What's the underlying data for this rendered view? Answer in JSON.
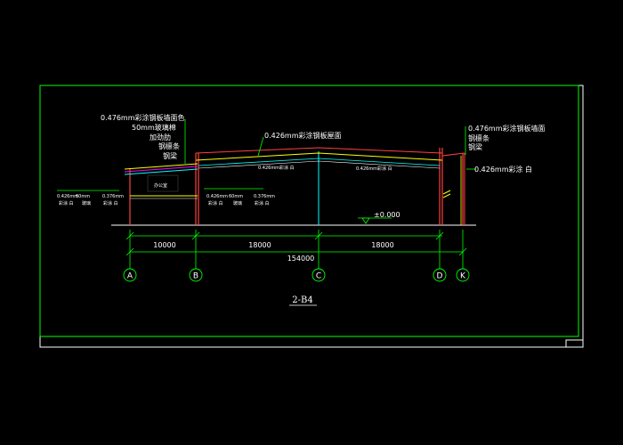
{
  "drawing": {
    "title": "2-B4",
    "elevation": "±0.000",
    "overall_dimension": "154000",
    "bay_dimensions": [
      "10000",
      "18000",
      "18000"
    ],
    "axes": [
      "A",
      "B",
      "C",
      "D",
      "K"
    ],
    "left_callout": [
      "0.476mm彩涂钢板墙面色",
      "50mm玻璃棉",
      "加劲肋",
      "钢檩条",
      "钢梁"
    ],
    "right_callout": [
      "0.476mm彩涂钢板墙面",
      "钢檩条",
      "钢梁"
    ],
    "roof_callout": "0.426mm彩涂钢板屋面",
    "right_wall_label": "0.426mm彩涂 白",
    "roof_inner_label_left": "0.426mm彩涂 白",
    "roof_inner_label_right": "0.426mm彩涂 白",
    "left_small_notes": [
      "0.426mm",
      "60mm",
      "0.376mm",
      "彩涂 白",
      "玻璃",
      "彩涂 白"
    ],
    "mid_small_notes": [
      "0.426mm",
      "60mm",
      "0.376mm",
      "彩涂 白",
      "玻璃",
      "彩涂 白"
    ],
    "room_note": "办公室"
  },
  "colors": {
    "background": "#000000",
    "frame": "#00ff00",
    "border": "#ffffff",
    "dimension": "#00ff00",
    "text": "#ffffff",
    "column": "#ff4040",
    "roof": "#ffff00",
    "axis_circle": "#00ff00"
  }
}
